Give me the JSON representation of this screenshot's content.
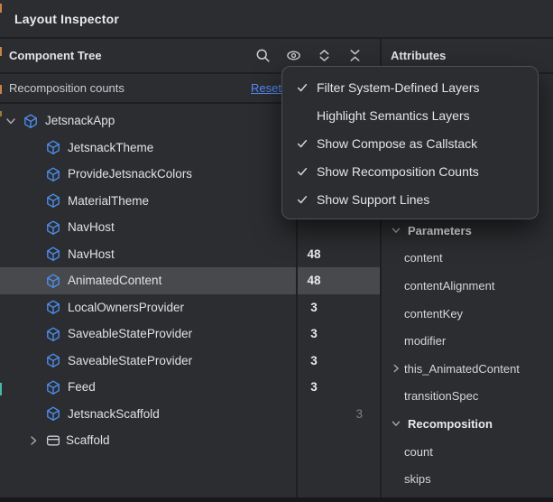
{
  "window": {
    "title": "Layout Inspector"
  },
  "colors": {
    "panel_bg": "#2B2D30",
    "divider": "#1E1F22",
    "selection_bg": "#47494D",
    "compose_icon_blue": "#4E8FF0",
    "link_blue": "#548AF7",
    "count_text": "#E8E9EB",
    "skip_text": "#7F828A",
    "popup_bg": "#2C2D31"
  },
  "component_tree": {
    "header": "Component Tree",
    "toolbar_icons": [
      "search-icon",
      "view-options-eye-icon",
      "expand-all-icon",
      "collapse-all-icon"
    ],
    "recomposition_bar": {
      "label": "Recomposition counts",
      "reset_label": "Reset"
    },
    "rows": [
      {
        "label": "JetsnackApp",
        "icon": "compose",
        "expander": "expanded",
        "indent": 0,
        "count": "",
        "skips": "",
        "selected": false
      },
      {
        "label": "JetsnackTheme",
        "icon": "compose",
        "indent": 1,
        "count": "",
        "skips": "",
        "selected": false
      },
      {
        "label": "ProvideJetsnackColors",
        "icon": "compose",
        "indent": 1,
        "count": "",
        "skips": "",
        "selected": false
      },
      {
        "label": "MaterialTheme",
        "icon": "compose",
        "indent": 1,
        "count": "",
        "skips": "",
        "selected": false
      },
      {
        "label": "NavHost",
        "icon": "compose",
        "indent": 1,
        "count": "",
        "skips": "",
        "selected": false
      },
      {
        "label": "NavHost",
        "icon": "compose",
        "indent": 1,
        "count": "48",
        "skips": "",
        "selected": false
      },
      {
        "label": "AnimatedContent",
        "icon": "compose",
        "indent": 1,
        "count": "48",
        "skips": "",
        "selected": true
      },
      {
        "label": "LocalOwnersProvider",
        "icon": "compose",
        "indent": 1,
        "count": "3",
        "skips": "",
        "selected": false
      },
      {
        "label": "SaveableStateProvider",
        "icon": "compose",
        "indent": 1,
        "count": "3",
        "skips": "",
        "selected": false
      },
      {
        "label": "SaveableStateProvider",
        "icon": "compose",
        "indent": 1,
        "count": "3",
        "skips": "",
        "selected": false
      },
      {
        "label": "Feed",
        "icon": "compose",
        "indent": 1,
        "count": "3",
        "skips": "",
        "selected": false
      },
      {
        "label": "JetsnackScaffold",
        "icon": "compose",
        "indent": 1,
        "count": "",
        "skips": "3",
        "selected": false
      },
      {
        "label": "Scaffold",
        "icon": "scaffold",
        "expander": "collapsed",
        "indent": 1,
        "count": "",
        "skips": "",
        "selected": false
      }
    ]
  },
  "view_options_menu": {
    "items": [
      {
        "label": "Filter System-Defined Layers",
        "checked": true
      },
      {
        "label": "Highlight Semantics Layers",
        "checked": false
      },
      {
        "label": "Show Compose as Callstack",
        "checked": true
      },
      {
        "label": "Show Recomposition Counts",
        "checked": true
      },
      {
        "label": "Show Support Lines",
        "checked": true
      }
    ]
  },
  "attributes_panel": {
    "header": "Attributes",
    "rows": [
      {
        "label": "Parameters",
        "type": "section",
        "expander": "expanded"
      },
      {
        "label": "content",
        "type": "item"
      },
      {
        "label": "contentAlignment",
        "type": "item"
      },
      {
        "label": "contentKey",
        "type": "item"
      },
      {
        "label": "modifier",
        "type": "item"
      },
      {
        "label": "this_AnimatedContent",
        "type": "item",
        "expander": "collapsed"
      },
      {
        "label": "transitionSpec",
        "type": "item"
      },
      {
        "label": "Recomposition",
        "type": "section",
        "expander": "expanded"
      },
      {
        "label": "count",
        "type": "item"
      },
      {
        "label": "skips",
        "type": "item"
      }
    ]
  }
}
